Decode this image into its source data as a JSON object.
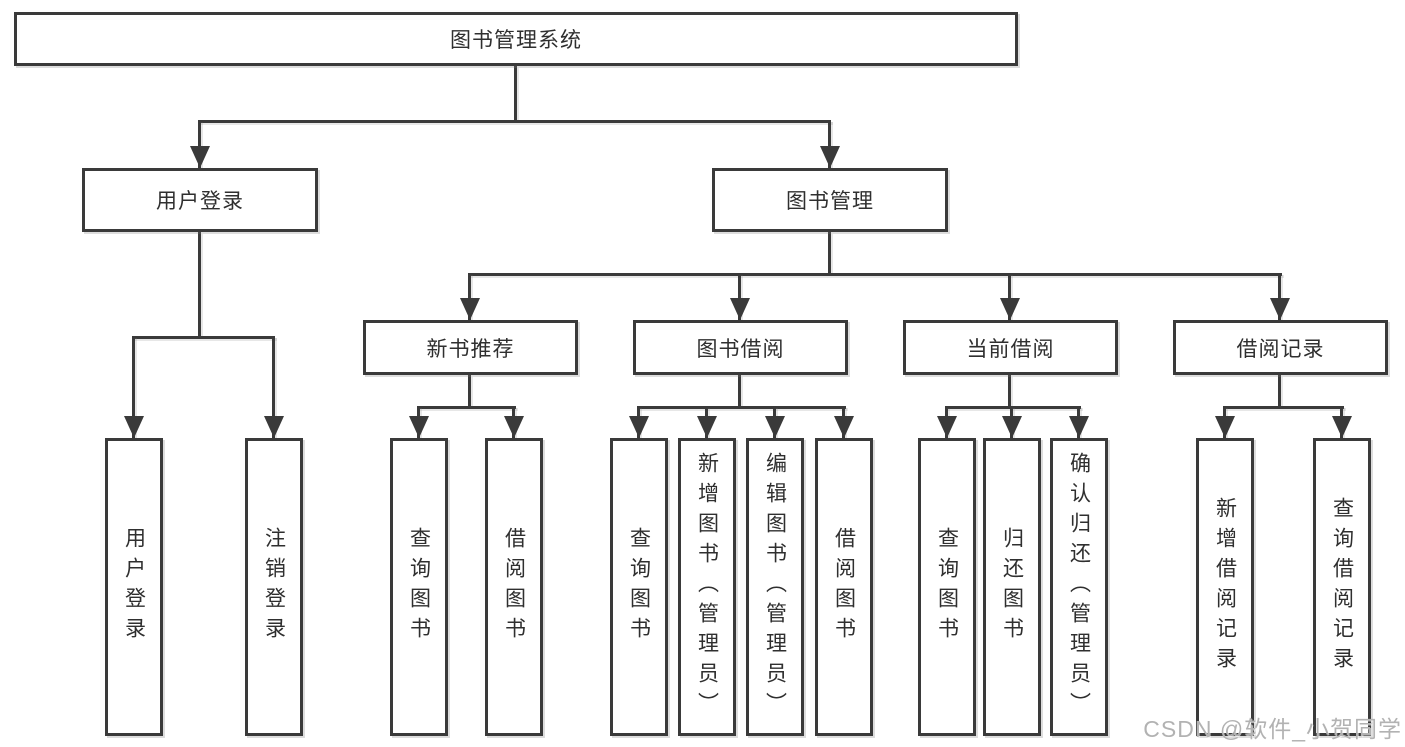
{
  "nodes": {
    "root": "图书管理系统",
    "user_login": "用户登录",
    "book_management": "图书管理",
    "new_book_recommend": "新书推荐",
    "book_borrow": "图书借阅",
    "current_borrow": "当前借阅",
    "borrow_record": "借阅记录",
    "leaves": {
      "user_login": [
        "用户登录",
        "注销登录"
      ],
      "new_book_recommend": [
        "查询图书",
        "借阅图书"
      ],
      "book_borrow": [
        "查询图书",
        "新增图书（管理员）",
        "编辑图书（管理员）",
        "借阅图书"
      ],
      "current_borrow": [
        "查询图书",
        "归还图书",
        "确认归还（管理员）"
      ],
      "borrow_record": [
        "新增借阅记录",
        "查询借阅记录"
      ]
    }
  },
  "watermark": "CSDN @软件_小贺同学",
  "colors": {
    "line": "#3a3a3a",
    "text": "#2f2f2f",
    "watermark": "#b2b2b2",
    "background": "#ffffff"
  }
}
